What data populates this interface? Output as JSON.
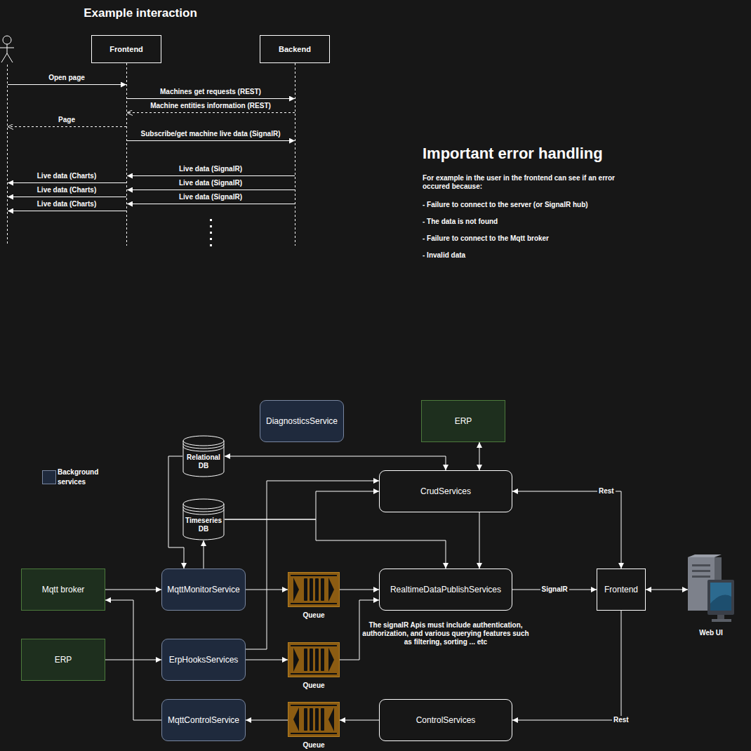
{
  "diagram": {
    "title": "Example interaction",
    "nodes": [
      {
        "text": [
          "Frontend"
        ]
      },
      {
        "text": [
          "Backend"
        ]
      },
      {
        "text": [
          "DiagnosticsService"
        ]
      },
      {
        "text": [
          "ERP"
        ]
      },
      {
        "text": [
          "Relational DB"
        ]
      },
      {
        "text": [
          "CrudServices"
        ]
      },
      {
        "text": [
          "Timeseries DB"
        ]
      },
      {
        "text": [
          "Mqtt broker"
        ]
      },
      {
        "text": [
          "MqttMonitorService"
        ]
      },
      {
        "text": [
          "Queue"
        ]
      },
      {
        "text": [
          "RealtimeDataPublishServices"
        ]
      },
      {
        "text": [
          "Frontend"
        ]
      },
      {
        "text": [
          "Web UI"
        ]
      },
      {
        "text": [
          "ERP"
        ]
      },
      {
        "text": [
          "ErpHooksServices"
        ]
      },
      {
        "text": [
          "Queue"
        ]
      },
      {
        "text": [
          "MqttControlService"
        ]
      },
      {
        "text": [
          "Queue"
        ]
      },
      {
        "text": [
          "ControlServices"
        ]
      }
    ],
    "edges": [
      {
        "from": 4,
        "to": 5,
        "arrow": "both"
      },
      {
        "from": 3,
        "to": 5,
        "arrow": "both"
      },
      {
        "from": 4,
        "to": 8,
        "arrow": "to"
      },
      {
        "from": 8,
        "to": 6,
        "arrow": "to"
      },
      {
        "from": 6,
        "to": 5,
        "arrow": "to"
      },
      {
        "from": 6,
        "to": 10,
        "arrow": "to"
      },
      {
        "from": 14,
        "to": 5,
        "arrow": "to"
      },
      {
        "from": 5,
        "to": 10,
        "arrow": "to"
      },
      {
        "from": 5,
        "to": 11,
        "label": "Rest",
        "arrow": "both"
      },
      {
        "from": 7,
        "to": 8,
        "arrow": "to"
      },
      {
        "from": 8,
        "to": 9,
        "arrow": "to"
      },
      {
        "from": 9,
        "to": 10,
        "arrow": "to"
      },
      {
        "from": 14,
        "to": 15,
        "arrow": "to"
      },
      {
        "from": 15,
        "to": 10,
        "arrow": "to"
      },
      {
        "from": 10,
        "to": 11,
        "label": "SignalR",
        "arrow": "to"
      },
      {
        "from": 11,
        "to": 12,
        "arrow": "both"
      },
      {
        "from": 11,
        "to": 18,
        "label": "Rest",
        "arrow": "to"
      },
      {
        "from": 18,
        "to": 17,
        "arrow": "to"
      },
      {
        "from": 17,
        "to": 16,
        "arrow": "to"
      },
      {
        "from": 16,
        "to": 7,
        "arrow": "to"
      },
      {
        "from": 13,
        "to": 14,
        "arrow": "to"
      }
    ],
    "labels": [
      "Open page",
      "Machines get requests (REST)",
      "Machine entities information (REST)",
      "Page",
      "Subscribe/get machine live data (SignalR)",
      "Live data (SignalR)",
      "Live data (Charts)",
      "Live data (SignalR)",
      "Live data (Charts)",
      "Live data (SignalR)",
      "Live data (Charts)",
      "Important error handling",
      "For example in the user in the frontend can see if an error occured because:",
      "- Failure to connect to the server (or SignalR hub)",
      "- The data is not found",
      "- Failure to connect to the Mqtt broker",
      "- Invalid data",
      "The signalR Apis must include authentication, authorization, and various querying features such as filtering, sorting ... etc"
    ],
    "legend": [
      {
        "text": "Background services",
        "color": "#1f2a3d"
      }
    ]
  }
}
